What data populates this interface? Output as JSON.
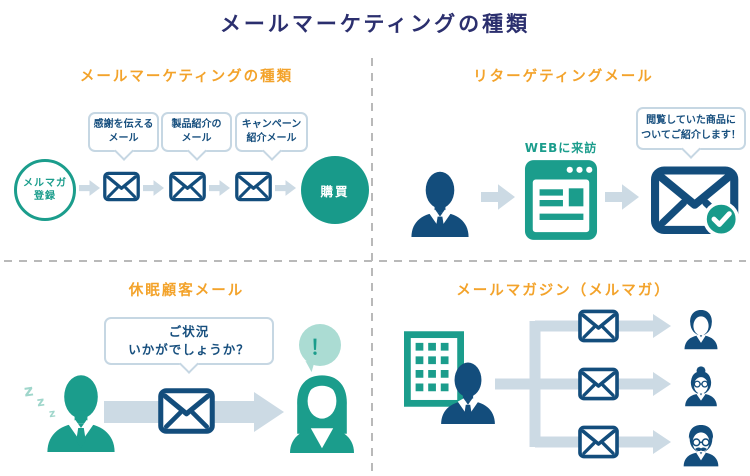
{
  "title": "メールマーケティングの種類",
  "colors": {
    "title_indigo": "#2b2f6e",
    "section_orange": "#f3a32b",
    "icon_navy": "#134d7c",
    "teal": "#1b9d8c",
    "teal_light": "#abdcd3",
    "zzz_teal": "#9fd6cb",
    "arrow_blue_gray": "#ccdae4",
    "bubble_border": "#c6d7e3",
    "bubble_text": "#174f7e",
    "divider_gray": "#b9b9b9"
  },
  "icons": {
    "envelope": "✉",
    "check": "✓",
    "arrow_right": "→",
    "exclamation": "！"
  },
  "sections": {
    "email_types": {
      "title": "メールマーケティングの種類",
      "start": "メルマガ\n登録",
      "mails": [
        "感謝を伝える\nメール",
        "製品紹介の\nメール",
        "キャンペーン\n紹介メール"
      ],
      "goal": "購買"
    },
    "retargeting": {
      "title": "リターゲティングメール",
      "bubble": "閲覧していた商品に\nついてご紹介します！",
      "web_visit": "WEBに来訪"
    },
    "dormant": {
      "title": "休眠顧客メール",
      "bubble": "ご状況\nいかがでしょうか？",
      "alert": "！",
      "zzz": [
        "z",
        "z",
        "z"
      ]
    },
    "magazine": {
      "title": "メールマガジン（メルマガ）"
    }
  }
}
